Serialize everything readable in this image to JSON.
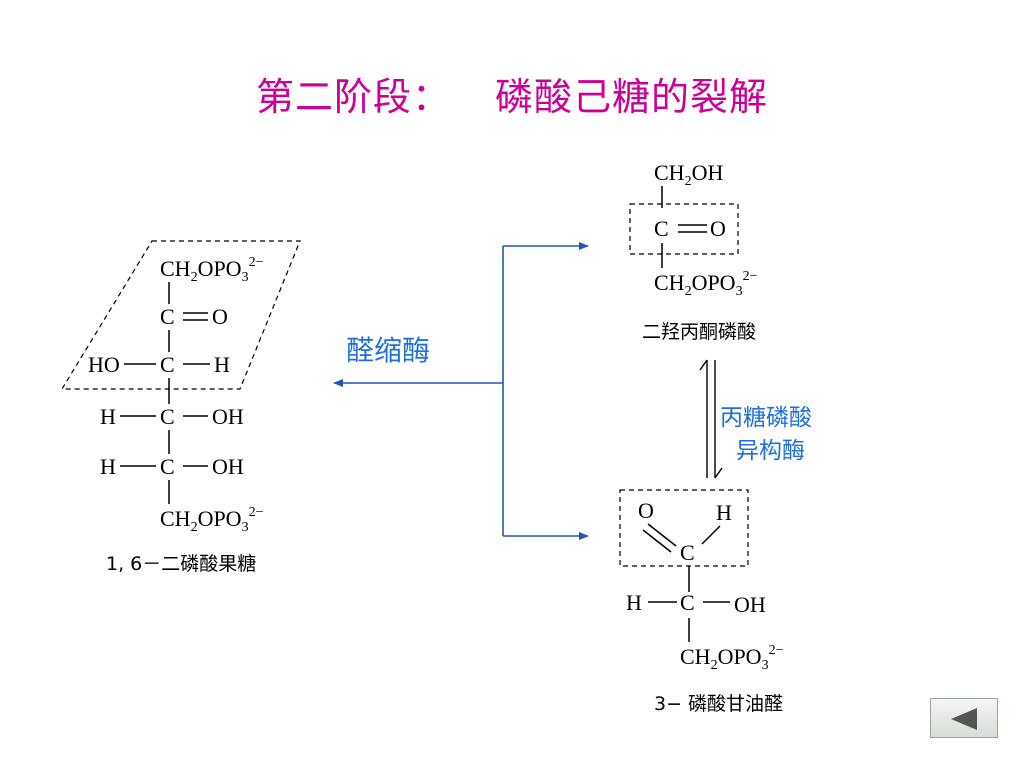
{
  "title": {
    "part1": "第二阶段：",
    "part2": "磷酸己糖的裂解"
  },
  "fructose_bisphosphate": {
    "caption": "1, 6－二磷酸果糖",
    "c1": {
      "main": "CH",
      "sub2": "2",
      "main2": "OPO",
      "sub3": "3",
      "charge": "2−"
    },
    "c2": {
      "c": "C",
      "o": "O"
    },
    "c3": {
      "left": "HO",
      "c": "C",
      "right": "H"
    },
    "c4": {
      "left": "H",
      "c": "C",
      "right": "OH"
    },
    "c5": {
      "left": "H",
      "c": "C",
      "right": "OH"
    },
    "c6": {
      "main": "CH",
      "sub2": "2",
      "main2": "OPO",
      "sub3": "3",
      "charge": "2−"
    }
  },
  "dihydroxyacetone_phosphate": {
    "caption": "二羟丙酮磷酸",
    "c1": {
      "main": "CH",
      "sub2": "2",
      "main2": "OH"
    },
    "c2": {
      "c": "C",
      "o": "O"
    },
    "c3": {
      "main": "CH",
      "sub2": "2",
      "main2": "OPO",
      "sub3": "3",
      "charge": "2−"
    }
  },
  "glyceraldehyde_phosphate": {
    "caption": "3− 磷酸甘油醛",
    "c1": {
      "o": "O",
      "h": "H",
      "c": "C"
    },
    "c2": {
      "left": "H",
      "c": "C",
      "right": "OH"
    },
    "c3": {
      "main": "CH",
      "sub2": "2",
      "main2": "OPO",
      "sub3": "3",
      "charge": "2−"
    }
  },
  "enzymes": {
    "aldolase": "醛缩酶",
    "isomerase_line1": "丙糖磷酸",
    "isomerase_line2": "异构酶"
  },
  "colors": {
    "title": "#cc0099",
    "arrow": "#2255bb",
    "enzyme": "#1e6fd9"
  },
  "navigation": {
    "back_icon": "left-triangle-icon"
  }
}
